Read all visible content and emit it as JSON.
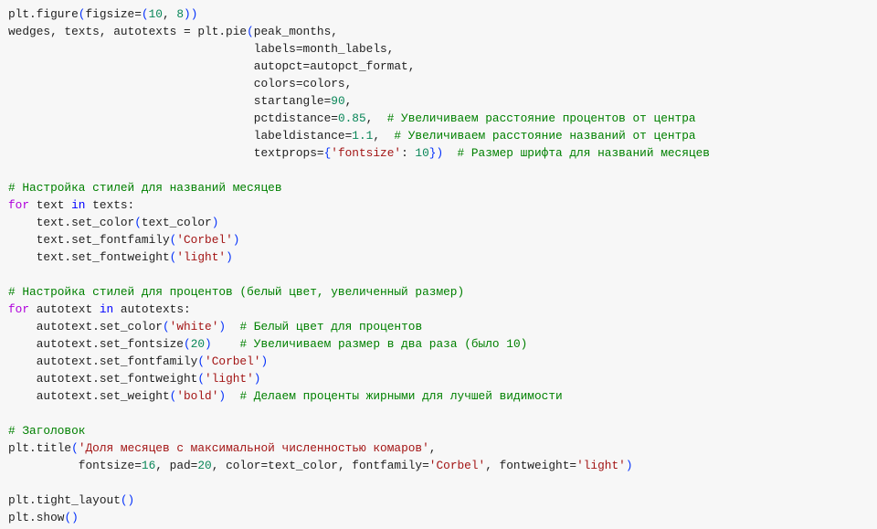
{
  "code_lines": [
    [
      [
        "n",
        "plt.figure"
      ],
      [
        "p",
        "("
      ],
      [
        "n",
        "figsize="
      ],
      [
        "p",
        "("
      ],
      [
        "num",
        "10"
      ],
      [
        "n",
        ", "
      ],
      [
        "num",
        "8"
      ],
      [
        "p",
        "))"
      ]
    ],
    [
      [
        "n",
        "wedges, texts, autotexts = plt.pie"
      ],
      [
        "p",
        "("
      ],
      [
        "n",
        "peak_months,"
      ]
    ],
    [
      [
        "n",
        "                                   labels=month_labels,"
      ]
    ],
    [
      [
        "n",
        "                                   autopct=autopct_format,"
      ]
    ],
    [
      [
        "n",
        "                                   colors=colors,"
      ]
    ],
    [
      [
        "n",
        "                                   startangle="
      ],
      [
        "num",
        "90"
      ],
      [
        "n",
        ","
      ]
    ],
    [
      [
        "n",
        "                                   pctdistance="
      ],
      [
        "num",
        "0.85"
      ],
      [
        "n",
        ",  "
      ],
      [
        "c",
        "# Увеличиваем расстояние процентов от центра"
      ]
    ],
    [
      [
        "n",
        "                                   labeldistance="
      ],
      [
        "num",
        "1.1"
      ],
      [
        "n",
        ",  "
      ],
      [
        "c",
        "# Увеличиваем расстояние названий от центра"
      ]
    ],
    [
      [
        "n",
        "                                   textprops="
      ],
      [
        "p",
        "{"
      ],
      [
        "s",
        "'fontsize'"
      ],
      [
        "n",
        ": "
      ],
      [
        "num",
        "10"
      ],
      [
        "p",
        "})"
      ],
      [
        "n",
        "  "
      ],
      [
        "c",
        "# Размер шрифта для названий месяцев"
      ]
    ],
    [],
    [
      [
        "c",
        "# Настройка стилей для названий месяцев"
      ]
    ],
    [
      [
        "k",
        "for"
      ],
      [
        "n",
        " text "
      ],
      [
        "o",
        "in"
      ],
      [
        "n",
        " texts:"
      ]
    ],
    [
      [
        "n",
        "    text.set_color"
      ],
      [
        "p",
        "("
      ],
      [
        "n",
        "text_color"
      ],
      [
        "p",
        ")"
      ]
    ],
    [
      [
        "n",
        "    text.set_fontfamily"
      ],
      [
        "p",
        "("
      ],
      [
        "s",
        "'Corbel'"
      ],
      [
        "p",
        ")"
      ]
    ],
    [
      [
        "n",
        "    text.set_fontweight"
      ],
      [
        "p",
        "("
      ],
      [
        "s",
        "'light'"
      ],
      [
        "p",
        ")"
      ]
    ],
    [],
    [
      [
        "c",
        "# Настройка стилей для процентов (белый цвет, увеличенный размер)"
      ]
    ],
    [
      [
        "k",
        "for"
      ],
      [
        "n",
        " autotext "
      ],
      [
        "o",
        "in"
      ],
      [
        "n",
        " autotexts:"
      ]
    ],
    [
      [
        "n",
        "    autotext.set_color"
      ],
      [
        "p",
        "("
      ],
      [
        "s",
        "'white'"
      ],
      [
        "p",
        ")"
      ],
      [
        "n",
        "  "
      ],
      [
        "c",
        "# Белый цвет для процентов"
      ]
    ],
    [
      [
        "n",
        "    autotext.set_fontsize"
      ],
      [
        "p",
        "("
      ],
      [
        "num",
        "20"
      ],
      [
        "p",
        ")"
      ],
      [
        "n",
        "    "
      ],
      [
        "c",
        "# Увеличиваем размер в два раза (было 10)"
      ]
    ],
    [
      [
        "n",
        "    autotext.set_fontfamily"
      ],
      [
        "p",
        "("
      ],
      [
        "s",
        "'Corbel'"
      ],
      [
        "p",
        ")"
      ]
    ],
    [
      [
        "n",
        "    autotext.set_fontweight"
      ],
      [
        "p",
        "("
      ],
      [
        "s",
        "'light'"
      ],
      [
        "p",
        ")"
      ]
    ],
    [
      [
        "n",
        "    autotext.set_weight"
      ],
      [
        "p",
        "("
      ],
      [
        "s",
        "'bold'"
      ],
      [
        "p",
        ")"
      ],
      [
        "n",
        "  "
      ],
      [
        "c",
        "# Делаем проценты жирными для лучшей видимости"
      ]
    ],
    [],
    [
      [
        "c",
        "# Заголовок"
      ]
    ],
    [
      [
        "n",
        "plt.title"
      ],
      [
        "p",
        "("
      ],
      [
        "s",
        "'Доля месяцев с максимальной численностью комаров'"
      ],
      [
        "n",
        ","
      ]
    ],
    [
      [
        "n",
        "          fontsize="
      ],
      [
        "num",
        "16"
      ],
      [
        "n",
        ", pad="
      ],
      [
        "num",
        "20"
      ],
      [
        "n",
        ", color=text_color, fontfamily="
      ],
      [
        "s",
        "'Corbel'"
      ],
      [
        "n",
        ", fontweight="
      ],
      [
        "s",
        "'light'"
      ],
      [
        "p",
        ")"
      ]
    ],
    [],
    [
      [
        "n",
        "plt.tight_layout"
      ],
      [
        "p",
        "()"
      ]
    ],
    [
      [
        "n",
        "plt.show"
      ],
      [
        "p",
        "()"
      ]
    ]
  ]
}
